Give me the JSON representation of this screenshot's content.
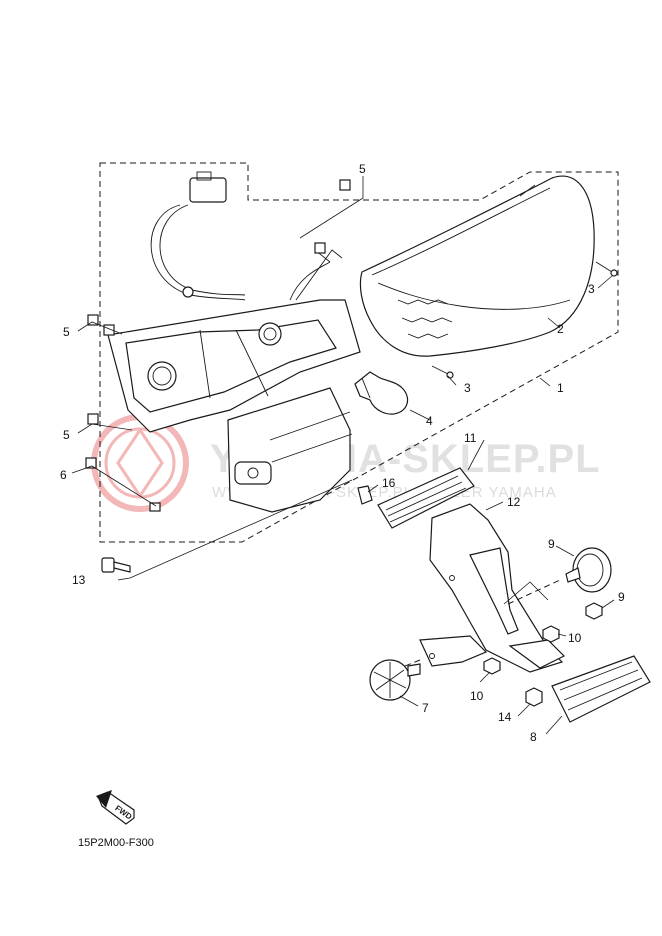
{
  "diagram": {
    "code": "15P2M00-F300",
    "watermark": {
      "brand": "YAMAHA-SKLEP.PL",
      "tagline": "WWW.YAMAHA-SKLEP.PL DEALER YAMAHA"
    },
    "fwd_label": "FWD",
    "callouts": [
      {
        "id": "c1",
        "text": "1"
      },
      {
        "id": "c2",
        "text": "2"
      },
      {
        "id": "c3a",
        "text": "3"
      },
      {
        "id": "c3b",
        "text": "3"
      },
      {
        "id": "c4",
        "text": "4"
      },
      {
        "id": "c5a",
        "text": "5"
      },
      {
        "id": "c5b",
        "text": "5"
      },
      {
        "id": "c5c",
        "text": "5"
      },
      {
        "id": "c6",
        "text": "6"
      },
      {
        "id": "c7",
        "text": "7"
      },
      {
        "id": "c8",
        "text": "8"
      },
      {
        "id": "c9a",
        "text": "9"
      },
      {
        "id": "c9b",
        "text": "9"
      },
      {
        "id": "c10a",
        "text": "10"
      },
      {
        "id": "c10b",
        "text": "10"
      },
      {
        "id": "c11",
        "text": "11"
      },
      {
        "id": "c12",
        "text": "12"
      },
      {
        "id": "c13",
        "text": "13"
      },
      {
        "id": "c14",
        "text": "14"
      },
      {
        "id": "c16",
        "text": "16"
      }
    ]
  }
}
